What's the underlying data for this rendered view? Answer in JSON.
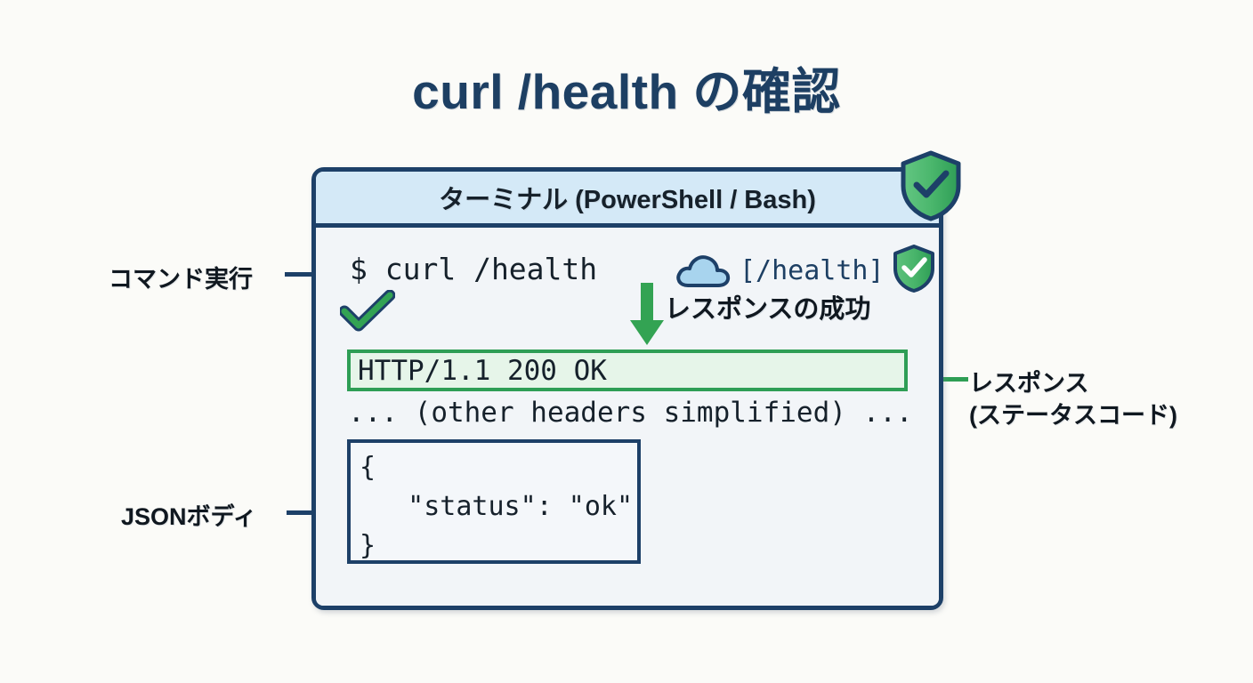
{
  "page": {
    "title": "curl /health の確認",
    "background_color": "#fbfbf8",
    "accent_navy": "#1d4068",
    "accent_green": "#2e9e55",
    "header_blue": "#d4e9f7"
  },
  "terminal": {
    "header_title": "ターミナル (PowerShell / Bash)",
    "command": "$ curl /health",
    "endpoint_label": "[/health]",
    "response_success_label": "レスポンスの成功",
    "http_status": "HTTP/1.1 200 OK",
    "headers_note": "... (other headers simplified) ...",
    "json_body": [
      "{",
      "   \"status\": \"ok\"",
      "}"
    ]
  },
  "callouts": {
    "command": "コマンド実行",
    "json_body": "JSONボディ",
    "response_line1": "レスポンス",
    "response_line2": "(ステータスコード)"
  },
  "icons": {
    "shield": "shield-check-icon",
    "cloud": "cloud-icon",
    "check": "check-mark-icon",
    "arrow": "down-arrow-icon"
  }
}
